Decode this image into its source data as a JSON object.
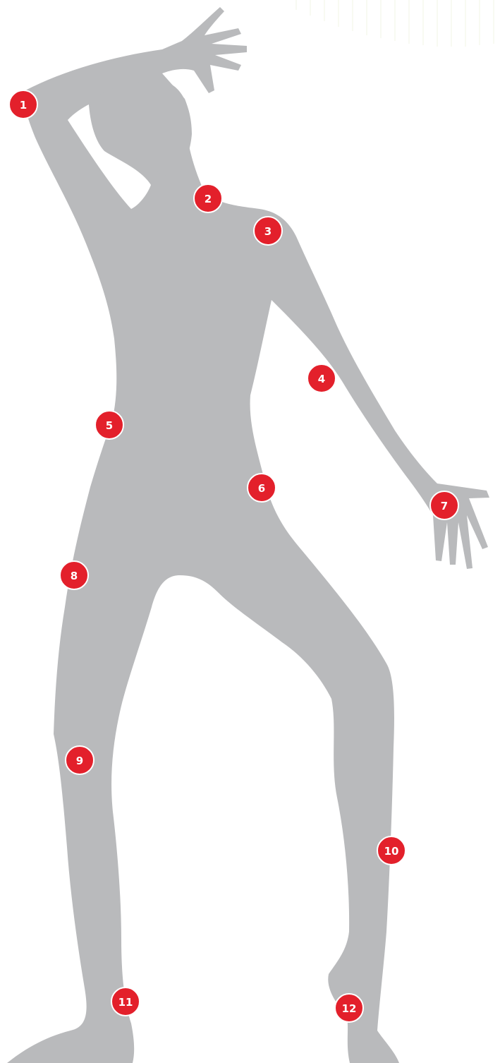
{
  "colors": {
    "silhouette": "#b9babc",
    "marker": "#e3202b",
    "marker_text": "#ffffff",
    "background": "#ffffff"
  },
  "markers": [
    {
      "label": "1"
    },
    {
      "label": "2"
    },
    {
      "label": "3"
    },
    {
      "label": "4"
    },
    {
      "label": "5"
    },
    {
      "label": "6"
    },
    {
      "label": "7"
    },
    {
      "label": "8"
    },
    {
      "label": "9"
    },
    {
      "label": "10"
    },
    {
      "label": "11"
    },
    {
      "label": "12"
    }
  ]
}
